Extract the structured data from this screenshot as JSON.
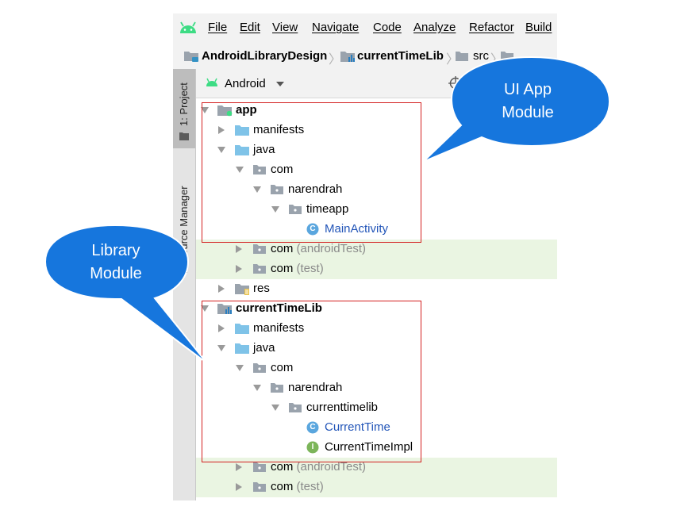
{
  "menubar": {
    "items": [
      {
        "label": "File"
      },
      {
        "label": "Edit"
      },
      {
        "label": "View"
      },
      {
        "label": "Navigate"
      },
      {
        "label": "Code"
      },
      {
        "label": "Analyze"
      },
      {
        "label": "Refactor"
      },
      {
        "label": "Build"
      }
    ]
  },
  "breadcrumb": {
    "items": [
      "AndroidLibraryDesign",
      "currentTimeLib",
      "src"
    ]
  },
  "side_tabs": {
    "project": "1: Project",
    "resource_manager": "Resource Manager"
  },
  "project_panel": {
    "view_selector": "Android"
  },
  "tree": {
    "app": "app",
    "app_manifests": "manifests",
    "app_java": "java",
    "app_com": "com",
    "app_narendrah": "narendrah",
    "app_timeapp": "timeapp",
    "app_mainactivity": "MainActivity",
    "app_com_android_test": "com",
    "app_com_android_test_suffix": "(androidTest)",
    "app_com_test": "com",
    "app_com_test_suffix": "(test)",
    "res": "res",
    "lib": "currentTimeLib",
    "lib_manifests": "manifests",
    "lib_java": "java",
    "lib_com": "com",
    "lib_narendrah": "narendrah",
    "lib_currenttimelib": "currenttimelib",
    "lib_currenttime": "CurrentTime",
    "lib_currenttimeimpl": "CurrentTimeImpl",
    "lib_com_android_test": "com",
    "lib_com_android_test_suffix": "(androidTest)",
    "lib_com_test": "com",
    "lib_com_test_suffix": "(test)",
    "class_badge": "C",
    "interface_badge": "I"
  },
  "callouts": {
    "ui_app_module_line1": "UI App",
    "ui_app_module_line2": "Module",
    "library_module_line1": "Library",
    "library_module_line2": "Module"
  },
  "colors": {
    "highlight_row": "#eaf5e2",
    "callout_fill": "#1676dd",
    "red_box": "#d32020",
    "folder_blue": "#7fc3e8",
    "class_blue": "#2255b8",
    "android_green": "#3ddc84"
  }
}
